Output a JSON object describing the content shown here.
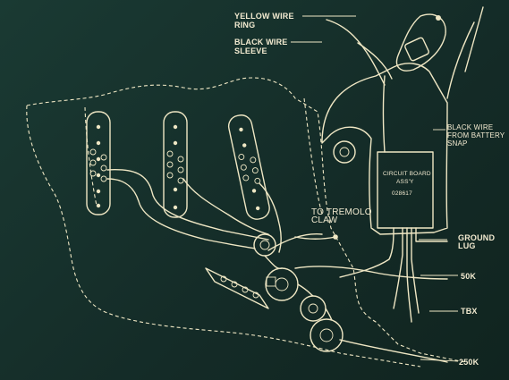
{
  "labels": {
    "yellow_wire": "YELLOW WIRE",
    "ring": "RING",
    "black_wire": "BLACK WIRE",
    "sleeve": "SLEEVE",
    "black_wire_battery": "BLACK WIRE\nFROM BATTERY\nSNAP",
    "circuit_board_line1": "CIRCUIT BOARD",
    "circuit_board_line2": "ASS'Y",
    "circuit_board_part": "028617",
    "to_tremolo_claw": "TO TREMOLO\nCLAW",
    "ground_lug": "GROUND\nLUG",
    "pot_50k": "50K",
    "tbx": "TBX",
    "pot_250k": "250K"
  }
}
